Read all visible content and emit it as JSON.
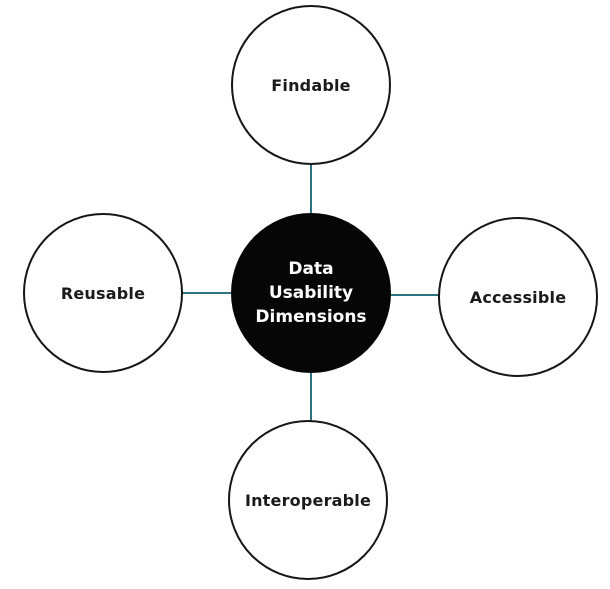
{
  "diagram": {
    "title": "Data Usability Dimensions",
    "center_node": {
      "label": "Data Usability Dimensions",
      "label_lines": [
        "Data",
        "Usability",
        "Dimensions"
      ]
    },
    "nodes": [
      {
        "id": "findable",
        "label": "Findable",
        "position": "top"
      },
      {
        "id": "accessible",
        "label": "Accessible",
        "position": "right"
      },
      {
        "id": "interoperable",
        "label": "Interoperable",
        "position": "bottom"
      },
      {
        "id": "reusable",
        "label": "Reusable",
        "position": "left"
      }
    ],
    "connectors": [
      {
        "from": "center",
        "to": "findable"
      },
      {
        "from": "center",
        "to": "accessible"
      },
      {
        "from": "center",
        "to": "interoperable"
      },
      {
        "from": "center",
        "to": "reusable"
      }
    ],
    "colors": {
      "background": "#ffffff",
      "node_fill": "#ffffff",
      "node_border": "#161616",
      "node_text": "#1a1a1a",
      "center_fill": "#060606",
      "center_text": "#ffffff",
      "connector": "#2e7382"
    }
  }
}
